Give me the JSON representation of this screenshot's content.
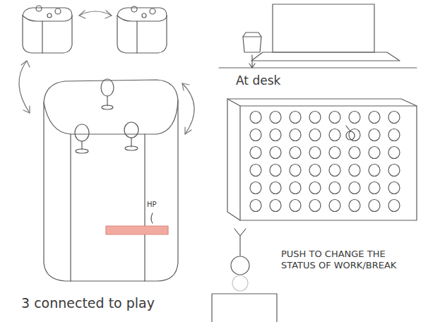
{
  "diagram": {
    "labels": [
      "HP",
      "3 connected to play",
      "At desk",
      "PUSH TO CHANGE THE STATUS OF WORK/BREAK"
    ]
  }
}
